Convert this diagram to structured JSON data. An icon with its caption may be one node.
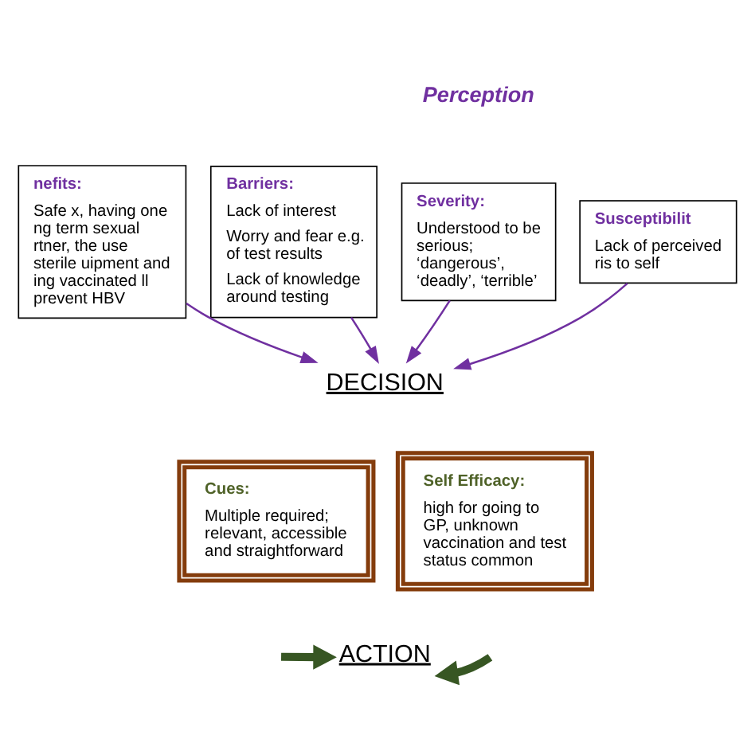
{
  "diagram": {
    "nodes": [
      {
        "text": [
          "nefits:",
          "Safe x, having one ng term sexual rtner, the use sterile uipment and ing vaccinated ll prevent HBV"
        ]
      },
      {
        "text": [
          "Barriers:",
          "Lack of interest",
          "Worry and fear e.g. of test results",
          "Lack of knowledge around testing"
        ]
      },
      {
        "text": [
          "Severity:",
          "Understood to be serious; ‘dangerous’, ‘deadly’, ‘terrible’"
        ]
      },
      {
        "text": [
          "Susceptibilit",
          "Lack of perceived ris to self"
        ]
      },
      {
        "text": [
          "DECISION"
        ]
      },
      {
        "text": [
          "Cues:",
          "Multiple required; relevant, accessible and straightforward"
        ]
      },
      {
        "text": [
          "Self Efficacy:",
          "high for going to GP, unknown vaccination and test status common"
        ]
      },
      {
        "text": [
          "ACTION"
        ]
      }
    ],
    "edges": [
      {
        "from": 0,
        "to": 4,
        "arrow": "to"
      },
      {
        "from": 1,
        "to": 4,
        "arrow": "to"
      },
      {
        "from": 2,
        "to": 4,
        "arrow": "to"
      },
      {
        "from": 3,
        "to": 4,
        "arrow": "to"
      },
      {
        "from": null,
        "to": 7,
        "arrow": "to",
        "style": "thick",
        "color": "#375623"
      },
      {
        "from": null,
        "to": 7,
        "arrow": "to",
        "style": "thick",
        "color": "#375623"
      }
    ],
    "labels": [
      "Perception"
    ]
  }
}
